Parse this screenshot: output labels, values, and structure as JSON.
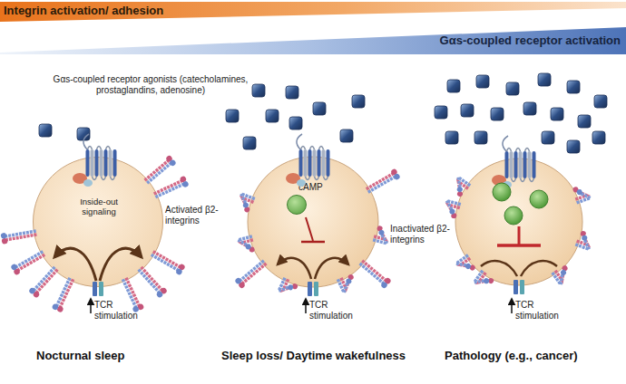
{
  "diagram": {
    "nodes": [
      {
        "text": [
          "Integrin activation/ adhesion"
        ]
      },
      {
        "text": [
          "Gαs-coupled receptor activation"
        ]
      },
      {
        "text": [
          "Inside-out signaling"
        ]
      },
      {
        "text": [
          "cAMP"
        ]
      }
    ],
    "labels": [
      "Gαs-coupled receptor agonists (catecholamines, prostaglandins, adenosine)",
      "Activated β2-integrins",
      "TCR stimulation",
      "TCR stimulation",
      "Inactivated β2-integrins",
      "TCR stimulation",
      "Nocturnal sleep",
      "Sleep loss/ Daytime wakefulness",
      "Pathology (e.g., cancer)"
    ]
  }
}
